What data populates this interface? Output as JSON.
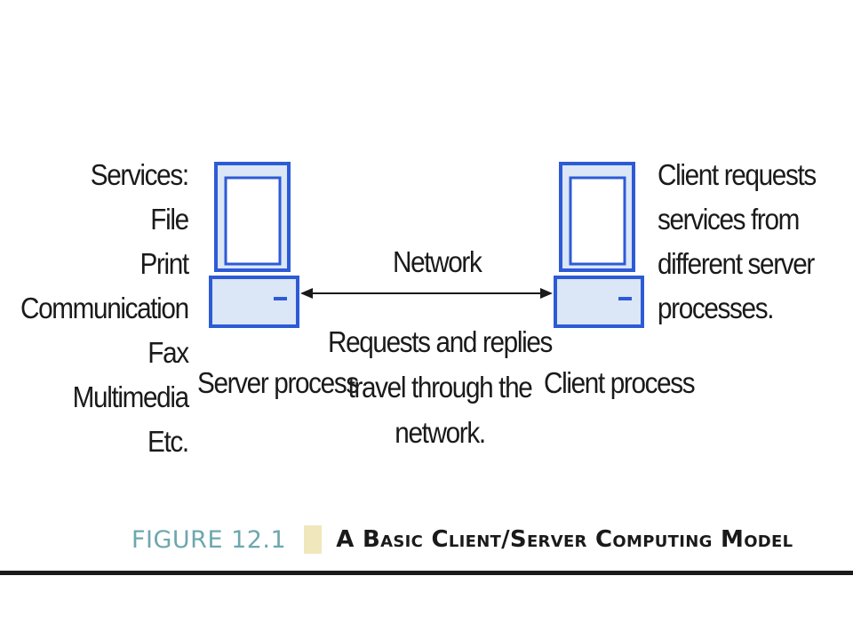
{
  "services": {
    "lines": [
      "Services:",
      "File",
      "Print",
      "Communication",
      "Fax",
      "Multimedia",
      "Etc."
    ]
  },
  "server": {
    "label": "Server process"
  },
  "client": {
    "label": "Client process",
    "note_lines": [
      "Client requests",
      "services from",
      "different server",
      "processes."
    ]
  },
  "network": {
    "label": "Network",
    "note_lines": [
      "Requests and replies",
      "travel through the",
      "network."
    ]
  },
  "caption": {
    "figure_number": "FIGURE 12.1",
    "title": "A Basic Client/Server Computing Model"
  },
  "colors": {
    "computer_blue": "#2d5bd6",
    "computer_fill": "#dbe6f6",
    "figure_number": "#6da7ae",
    "swatch": "#f1e7bd"
  }
}
